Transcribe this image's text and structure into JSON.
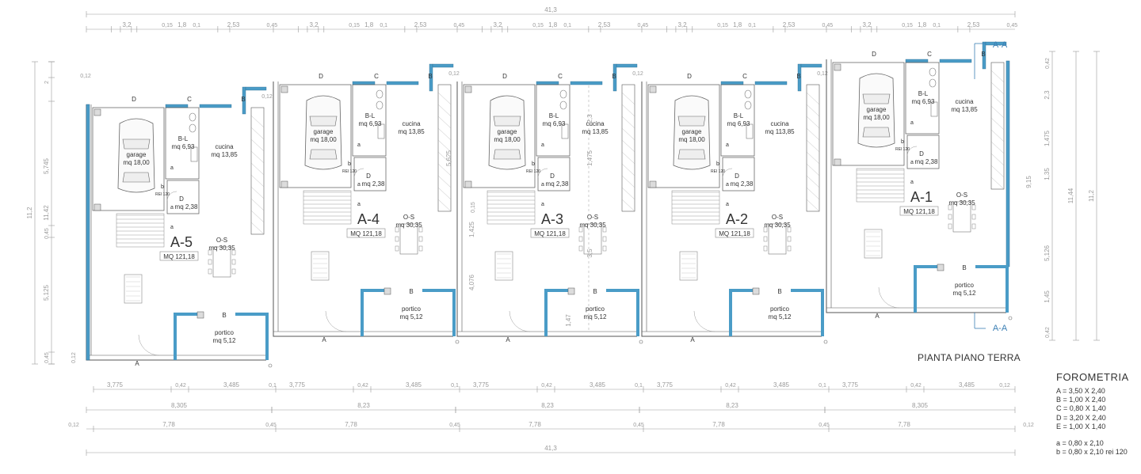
{
  "drawing": {
    "title": "PIANTA PIANO TERRA",
    "overall_length": "41,3",
    "section_label": "A-A"
  },
  "colors": {
    "wall_accent": "#4a9cc7",
    "line": "#555555",
    "dim": "#9a9a9a",
    "text": "#333333"
  },
  "units": [
    {
      "id": "A-5",
      "area": "MQ 121,18",
      "garage": {
        "label": "garage",
        "area": "mq 18,00"
      },
      "bathroom": {
        "label": "B-L",
        "area": "mq 6,93"
      },
      "kitchen": {
        "label": "cucina",
        "area": "mq 13,85"
      },
      "storage": {
        "label": "D",
        "area": "mq 2,38"
      },
      "living": {
        "label": "O-S",
        "area": "mq 30,35"
      },
      "portico": {
        "label": "portico",
        "area": "mq 5,12"
      }
    },
    {
      "id": "A-4",
      "area": "MQ 121,18",
      "garage": {
        "label": "garage",
        "area": "mq 18,00"
      },
      "bathroom": {
        "label": "B-L",
        "area": "mq 6,93"
      },
      "kitchen": {
        "label": "cucina",
        "area": "mq 13,85"
      },
      "storage": {
        "label": "D",
        "area": "mq 2,38"
      },
      "living": {
        "label": "O-S",
        "area": "mq 30,35"
      },
      "portico": {
        "label": "portico",
        "area": "mq 5,12"
      }
    },
    {
      "id": "A-3",
      "area": "MQ 121,18",
      "garage": {
        "label": "garage",
        "area": "mq 18,00"
      },
      "bathroom": {
        "label": "B-L",
        "area": "mq 6,93"
      },
      "kitchen": {
        "label": "cucina",
        "area": "mq 13,85"
      },
      "storage": {
        "label": "D",
        "area": "mq 2,38"
      },
      "living": {
        "label": "O-S",
        "area": "mq 30,35"
      },
      "portico": {
        "label": "portico",
        "area": "mq 5,12"
      }
    },
    {
      "id": "A-2",
      "area": "MQ 121,18",
      "garage": {
        "label": "garage",
        "area": "mq 18,00"
      },
      "bathroom": {
        "label": "B-L",
        "area": "mq 6,93"
      },
      "kitchen": {
        "label": "cucina",
        "area": "mq 113,85"
      },
      "storage": {
        "label": "D",
        "area": "mq 2,38"
      },
      "living": {
        "label": "O-S",
        "area": "mq 30,35"
      },
      "portico": {
        "label": "portico",
        "area": "mq 5,12"
      }
    },
    {
      "id": "A-1",
      "area": "MQ 121,18",
      "garage": {
        "label": "garage",
        "area": "mq 18,00"
      },
      "bathroom": {
        "label": "B-L",
        "area": "mq 6,93"
      },
      "kitchen": {
        "label": "cucina",
        "area": "mq 13,85"
      },
      "storage": {
        "label": "D",
        "area": "mq 2,38"
      },
      "living": {
        "label": "O-S",
        "area": "mq 30,35"
      },
      "portico": {
        "label": "portico",
        "area": "mq 5,12"
      }
    }
  ],
  "door_labels": {
    "a": "a",
    "b": "b",
    "rei": "REI 120"
  },
  "window_labels": {
    "A": "A",
    "B": "B",
    "C": "C",
    "D": "D"
  },
  "wall_dim": "0,12",
  "top_dims": [
    "3,2",
    "0,15",
    "1,8",
    "0,1",
    "2,53",
    "0,45"
  ],
  "bottom_dims": {
    "row1": [
      "3,775",
      "0,42",
      "3,485",
      "0,1",
      "0,45"
    ],
    "row2": [
      "8,305",
      "8,23",
      "8,23",
      "8,23",
      "8,305"
    ],
    "row3": [
      "7,78",
      "0,45"
    ],
    "last": "0,12"
  },
  "left_dims": {
    "outer": "11,2",
    "inner": "11,42",
    "parts": [
      "0,12",
      "2",
      "5,745",
      "0,45",
      "5,125",
      "0,45"
    ]
  },
  "right_dims": {
    "outer": "11,2",
    "inner": "11,44",
    "parts": [
      "0,42",
      "2,3",
      "1,475",
      "1,35",
      "9,15",
      "5,126",
      "1,45",
      "0,42"
    ]
  },
  "mid_dims": [
    "2,3",
    "1,475",
    "5,625",
    "0,15",
    "1,425",
    "4,076",
    "1,47",
    "3,5"
  ],
  "legend": {
    "title": "FOROMETRIA",
    "windows": [
      "A =  3,50 X 2,40",
      "B =  1,00 X 2,40",
      "C =  0,80 X 1,40",
      "D =  3,20 X 2,40",
      "E =  1,00 X 1,40"
    ],
    "doors": [
      "a =  0,80 x 2,10",
      "b =  0,80 x 2,10 rei 120"
    ]
  }
}
